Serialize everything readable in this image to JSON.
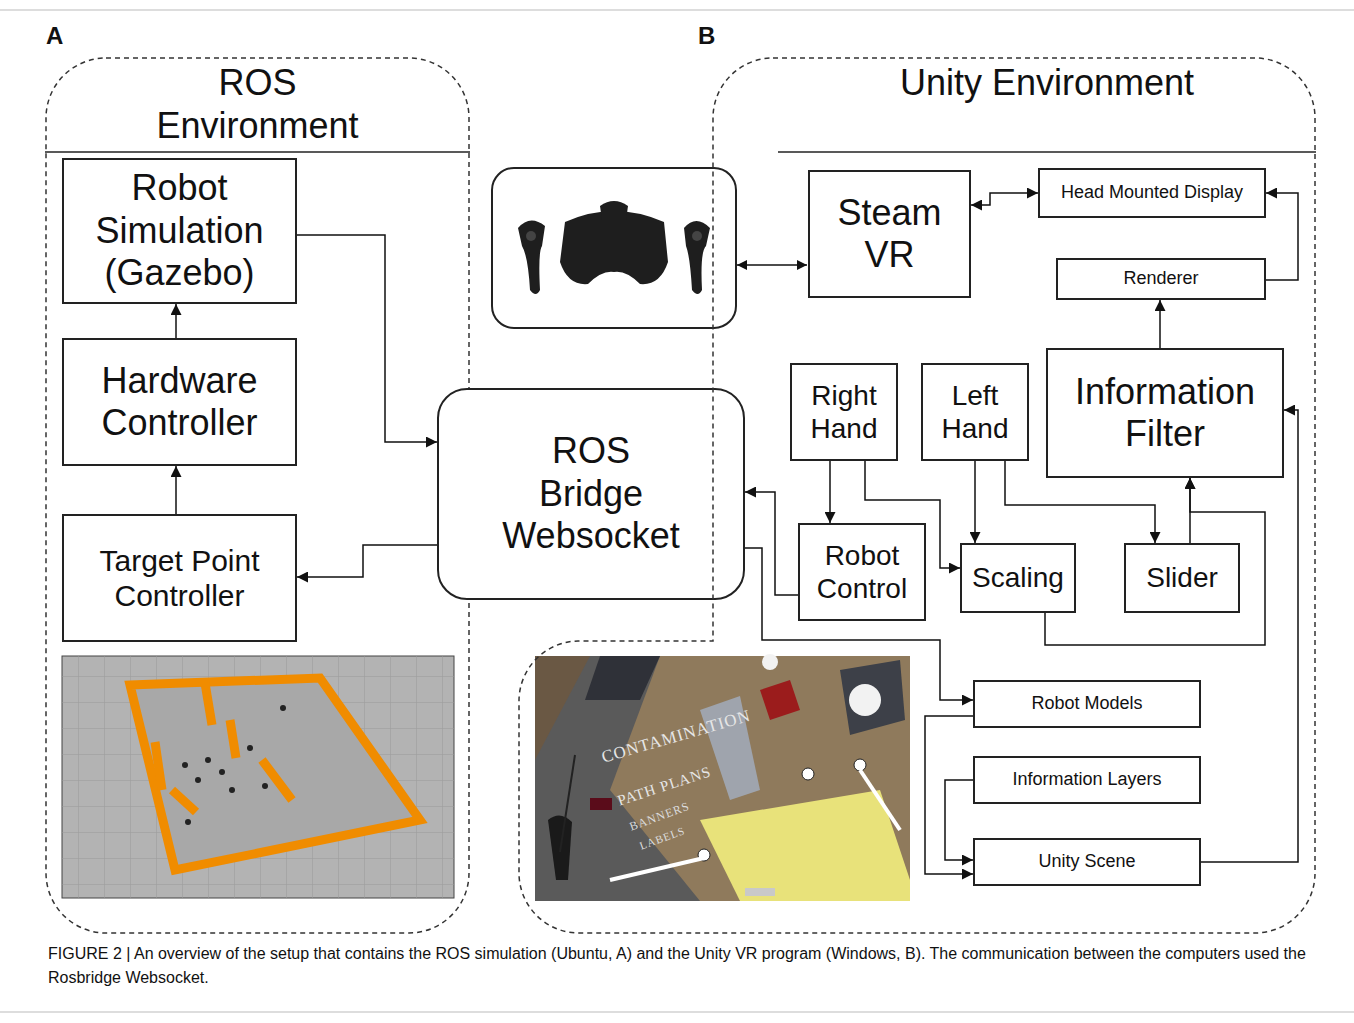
{
  "diagram": {
    "caption": "FIGURE 2 | An overview of the setup that contains the ROS simulation (Ubuntu, A) and the Unity VR program (Windows, B). The communication between the computers used the Rosbridge Websocket.",
    "nodes": [
      {
        "text": [
          "ROS Environment"
        ]
      },
      {
        "text": [
          "Robot Simulation (Gazebo)"
        ],
        "in": 0
      },
      {
        "text": [
          "Hardware Controller"
        ],
        "in": 0
      },
      {
        "text": [
          "Target Point Controller"
        ],
        "in": 0
      },
      {
        "text": [
          "ROS Bridge Websocket"
        ]
      },
      {
        "text": [
          "Unity Environment"
        ]
      },
      {
        "text": [
          "Steam VR"
        ],
        "in": 5
      },
      {
        "text": [
          "Head Mounted Display"
        ],
        "in": 5
      },
      {
        "text": [
          "Renderer"
        ],
        "in": 5
      },
      {
        "text": [
          "Information Filter"
        ],
        "in": 5
      },
      {
        "text": [
          "Right Hand"
        ],
        "in": 5
      },
      {
        "text": [
          "Left Hand"
        ],
        "in": 5
      },
      {
        "text": [
          "Robot Control"
        ],
        "in": 5
      },
      {
        "text": [
          "Scaling"
        ],
        "in": 5
      },
      {
        "text": [
          "Slider"
        ],
        "in": 5
      },
      {
        "text": [
          "Robot Models"
        ],
        "in": 5
      },
      {
        "text": [
          "Information Layers"
        ],
        "in": 5
      },
      {
        "text": [
          "Unity Scene"
        ],
        "in": 5
      }
    ],
    "edges": [
      {
        "from": 1,
        "to": 4,
        "arrow": "to"
      },
      {
        "from": 2,
        "to": 1,
        "arrow": "to"
      },
      {
        "from": 3,
        "to": 2,
        "arrow": "to"
      },
      {
        "from": 4,
        "to": 3,
        "arrow": "to"
      },
      {
        "from": 6,
        "to": 7,
        "arrow": "both"
      },
      {
        "from": 8,
        "to": 7,
        "arrow": "to"
      },
      {
        "from": 9,
        "to": 8,
        "arrow": "to"
      },
      {
        "from": 10,
        "to": 12,
        "arrow": "to"
      },
      {
        "from": 10,
        "to": 13,
        "arrow": "to"
      },
      {
        "from": 11,
        "to": 13,
        "arrow": "to"
      },
      {
        "from": 11,
        "to": 14,
        "arrow": "to"
      },
      {
        "from": 12,
        "to": 4,
        "arrow": "to"
      },
      {
        "from": 13,
        "to": 9,
        "arrow": "to"
      },
      {
        "from": 14,
        "to": 9,
        "arrow": "to"
      },
      {
        "from": 4,
        "to": 15,
        "arrow": "to"
      },
      {
        "from": 15,
        "to": 17,
        "arrow": "to"
      },
      {
        "from": 16,
        "to": 17,
        "arrow": "to"
      },
      {
        "from": 17,
        "to": 9,
        "arrow": "to"
      }
    ],
    "labels": [
      "A",
      "B",
      "CONTAMINATION",
      "PATH PLANS",
      "BANNERS",
      "LABELS"
    ]
  }
}
